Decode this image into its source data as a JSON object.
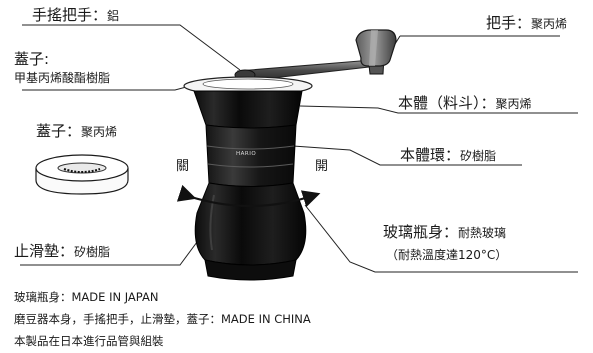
{
  "labels": {
    "crank": {
      "part": "手搖把手",
      "material": "鋁"
    },
    "handle": {
      "part": "把手",
      "material": "聚丙烯"
    },
    "lid": {
      "part": "蓋子:",
      "material": "甲基丙烯酸酯樹脂"
    },
    "separate_lid": {
      "part": "蓋子",
      "material": "聚丙烯"
    },
    "hopper": {
      "part": "本體（料斗）",
      "material": "聚丙烯"
    },
    "ring": {
      "part": "本體環",
      "material": "矽樹脂"
    },
    "jar": {
      "part": "玻璃瓶身",
      "material": "耐熱玻璃",
      "note": "（耐熱溫度達120°C）"
    },
    "base": {
      "part": "止滑墊",
      "material": "矽樹脂"
    }
  },
  "colon": "：",
  "directions": {
    "left": "關",
    "right": "開"
  },
  "brand": "HARIO",
  "footer": [
    "玻璃瓶身：MADE IN JAPAN",
    "磨豆器本身，手搖把手，止滑墊，蓋子：MADE IN CHINA",
    "本製品在日本進行品管與組裝"
  ]
}
